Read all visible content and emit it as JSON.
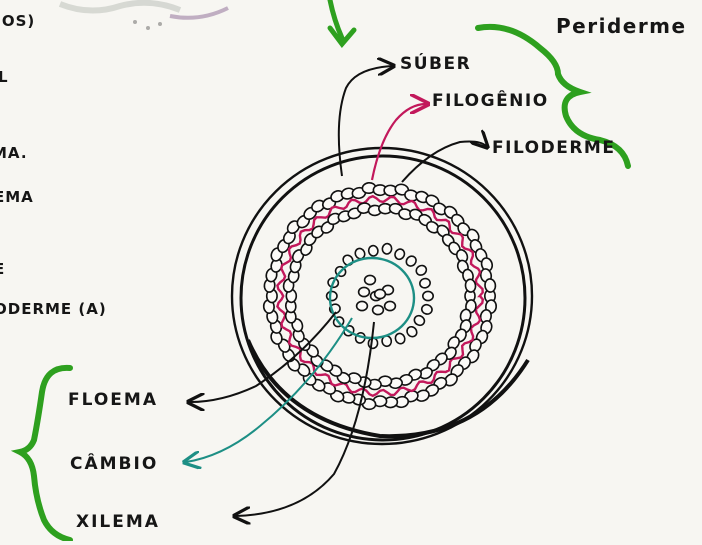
{
  "title": "Periderme",
  "labels": {
    "suber": "SÚBER",
    "filogenio": "FILOGÊNIO",
    "filoderme": "FILODERME",
    "floema": "FLOEMA",
    "cambio": "CÂMBIO",
    "xilema": "XILEMA"
  },
  "left_fragments": [
    "(OS)",
    "L",
    "MA.",
    "EMA",
    "E",
    "ODERME (A)"
  ],
  "colors": {
    "outline": "#111111",
    "felogenio": "#c2185b",
    "cambio": "#1d8f85",
    "brace": "#2ea01f",
    "paper": "#f7f6f2"
  },
  "icons": {
    "arrow": "arrow-icon",
    "brace": "curly-brace-icon"
  }
}
